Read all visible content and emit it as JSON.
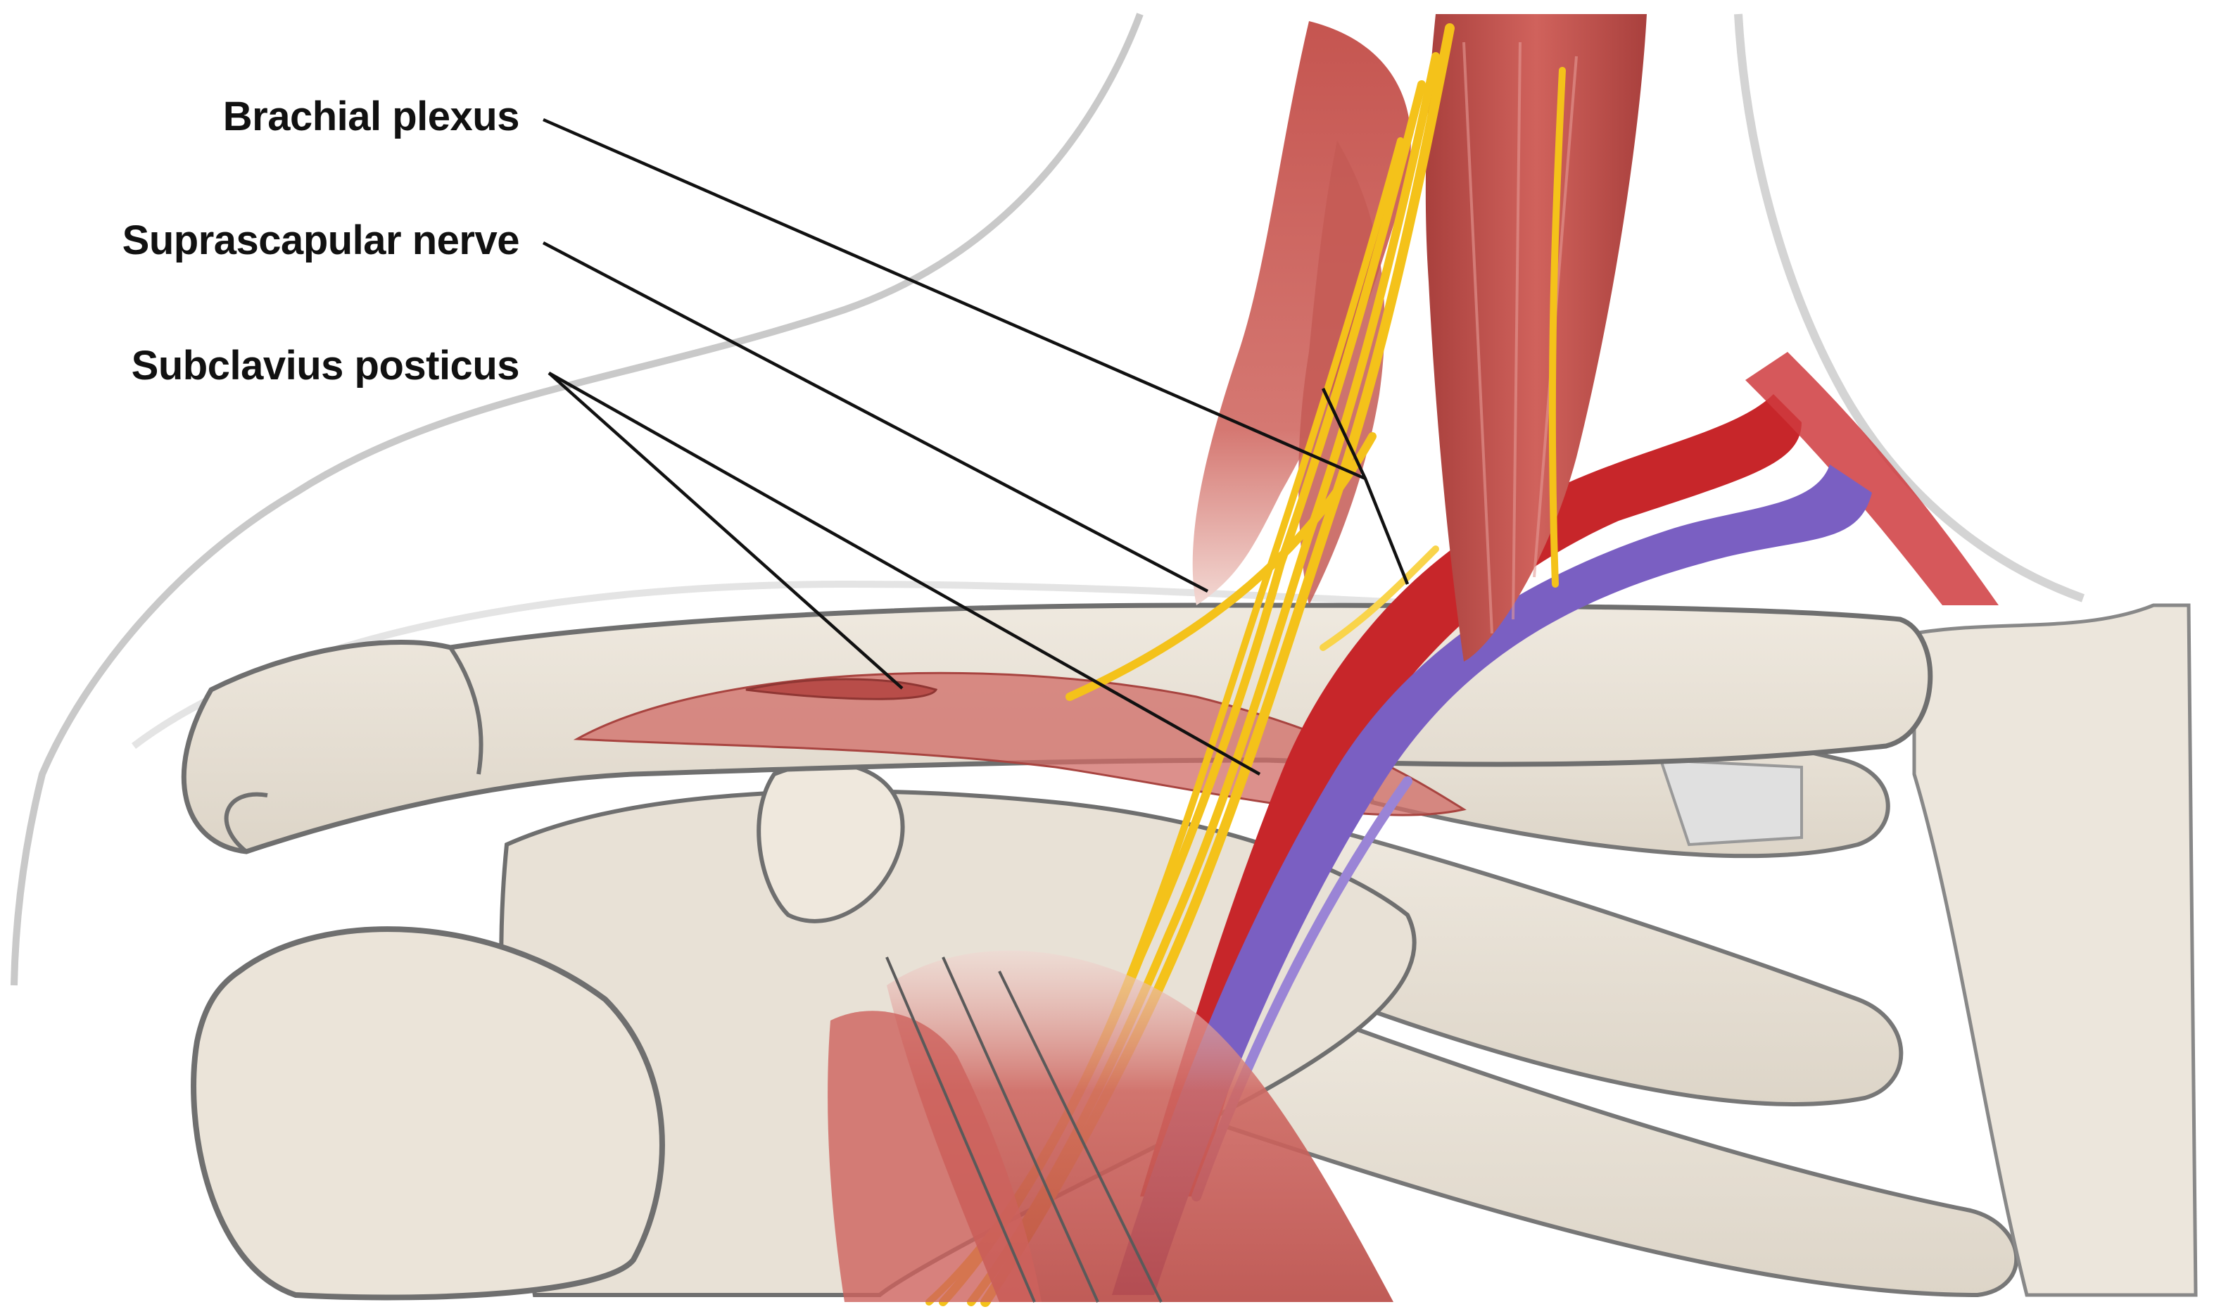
{
  "labels": {
    "brachial_plexus": "Brachial plexus",
    "suprascapular_nerve": "Suprascapular nerve",
    "subclavius_posticus": "Subclavius posticus"
  },
  "colors": {
    "bone": "#e8e2d8",
    "bone_outline": "#6f6f6f",
    "muscle": "#c55550",
    "muscle_light": "#e7a7a0",
    "nerve": "#f4c21a",
    "artery": "#c91f22",
    "vein": "#7a5fc2",
    "skin_outline": "#c8c8c8",
    "leader_line": "#111111"
  },
  "icons": {
    "figure": "shoulder-anatomy-illustration"
  }
}
